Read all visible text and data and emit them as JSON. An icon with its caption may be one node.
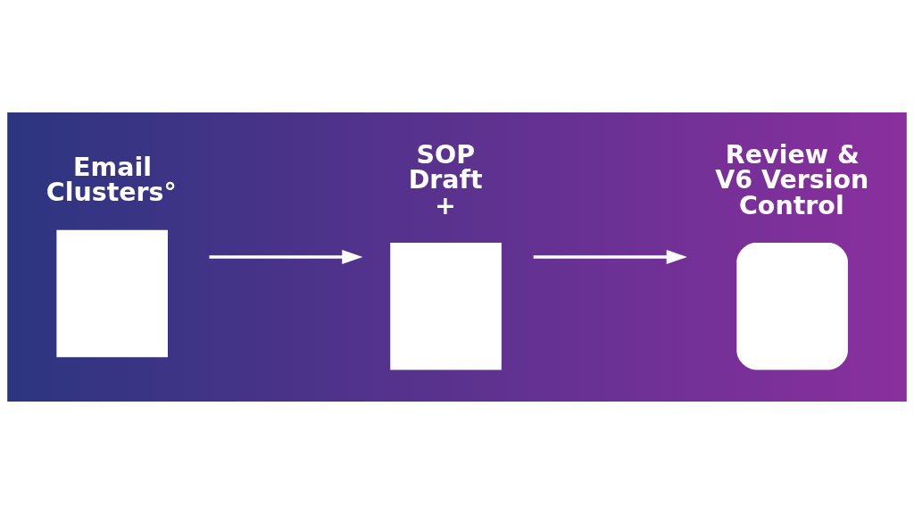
{
  "diagram": {
    "nodes": [
      {
        "text": [
          "Email Clusters°"
        ]
      },
      {
        "text": [
          "SOP Draft +"
        ]
      },
      {
        "text": [
          "Review & V6 Version Control"
        ]
      }
    ],
    "edges": [
      {
        "from": 0,
        "to": 1,
        "arrow": "to"
      },
      {
        "from": 1,
        "to": 2,
        "arrow": "to"
      }
    ]
  }
}
